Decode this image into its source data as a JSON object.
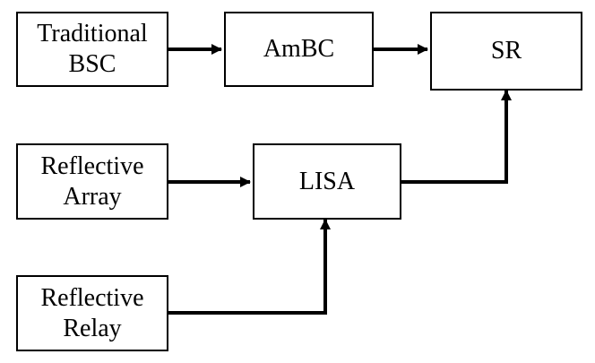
{
  "nodes": {
    "traditional_bsc": {
      "line1": "Traditional",
      "line2": "BSC"
    },
    "ambc": {
      "label": "AmBC"
    },
    "sr": {
      "label": "SR"
    },
    "reflective_array": {
      "line1": "Reflective",
      "line2": "Array"
    },
    "lisa": {
      "label": "LISA"
    },
    "reflective_relay": {
      "line1": "Reflective",
      "line2": "Relay"
    }
  },
  "edges": [
    {
      "from": "Traditional BSC",
      "to": "AmBC"
    },
    {
      "from": "AmBC",
      "to": "SR"
    },
    {
      "from": "Reflective Array",
      "to": "LISA"
    },
    {
      "from": "LISA",
      "to": "SR"
    },
    {
      "from": "Reflective Relay",
      "to": "LISA"
    }
  ],
  "colors": {
    "stroke": "#000000",
    "background": "#ffffff"
  }
}
